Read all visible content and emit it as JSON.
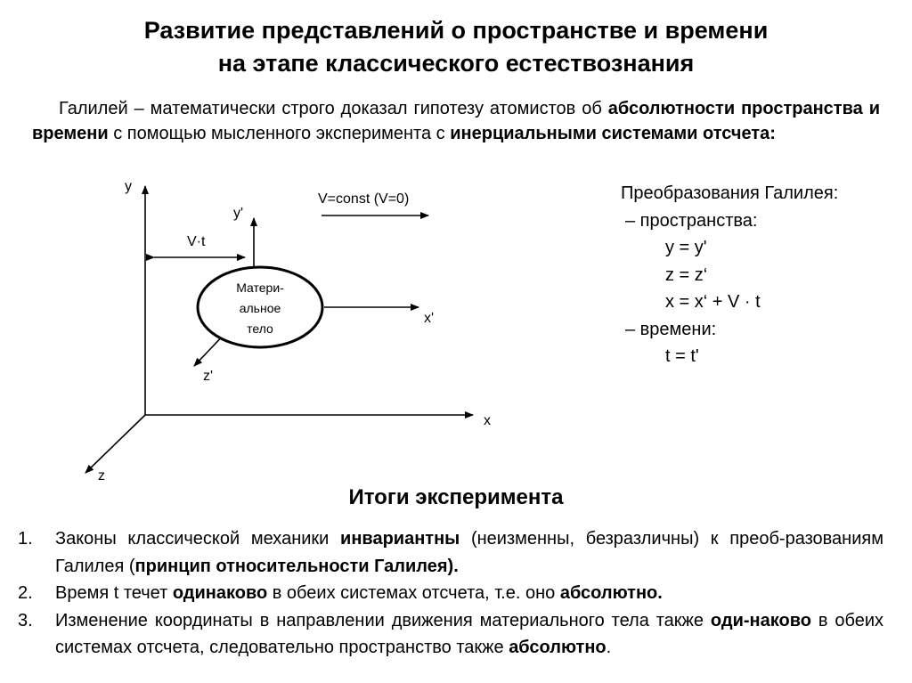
{
  "title": {
    "line1": "Развитие представлений о пространстве и времени",
    "line2": "на этапе классического естествознания"
  },
  "intro": {
    "p1": "Галилей – математически строго доказал гипотезу атомистов об ",
    "b1": "абсолютности",
    "b2": "пространства и времени",
    "p2": " с помощью мысленного эксперимента с ",
    "b3": "инерциальными",
    "b4": "системами отсчета:"
  },
  "diagram": {
    "axis_y": "y",
    "axis_x": "x",
    "axis_z": "z",
    "axis_y_prime": "y'",
    "axis_x_prime": "x'",
    "axis_z_prime": "z'",
    "velocity_label": "V=const (V=0)",
    "offset_label": "V·t",
    "body_label_1": "Матери-",
    "body_label_2": "альное",
    "body_label_3": "тело"
  },
  "transforms": {
    "heading": "Преобразования Галилея:",
    "space_label": "– пространства:",
    "eq_y": "y = y'",
    "eq_z": "z = z‘",
    "eq_x": "x = x‘ + V · t",
    "time_label": "– времени:",
    "eq_t": "t = t'"
  },
  "results": {
    "heading": "Итоги эксперимента",
    "items": [
      {
        "num": "1.",
        "a": "Законы классической механики ",
        "b": "инвариантны",
        "c": " (неизменны, безразличны) к преоб-разованиям Галилея (",
        "d": "принцип относительности Галилея).",
        "e": ""
      },
      {
        "num": "2.",
        "a": "Время t течет ",
        "b": "одинаково",
        "c": " в обеих системах отсчета, т.е. оно ",
        "d": "абсолютно.",
        "e": ""
      },
      {
        "num": "3.",
        "a": "Изменение координаты в направлении движения материального тела также ",
        "b": "оди-наково",
        "c": " в обеих системах отсчета, следовательно пространство также ",
        "d": "абсолютно",
        "e": "."
      }
    ]
  }
}
